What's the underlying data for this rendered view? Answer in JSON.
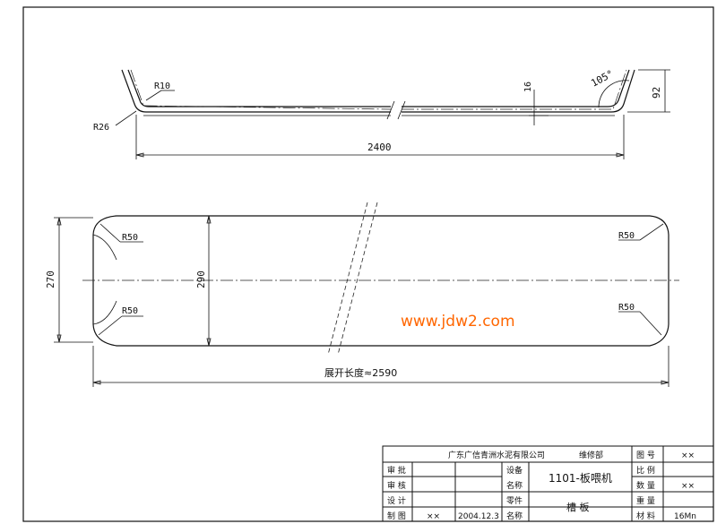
{
  "side_view": {
    "dim_r10": "R10",
    "dim_r26": "R26",
    "dim_16": "16",
    "dim_angle": "105°",
    "dim_92": "92",
    "dim_2400": "2400"
  },
  "plan_view": {
    "dim_r50_tl": "R50",
    "dim_r50_bl": "R50",
    "dim_r50_tr": "R50",
    "dim_r50_br": "R50",
    "dim_270": "270",
    "dim_290": "290",
    "unfold_length": "展开长度≈2590"
  },
  "watermark": {
    "text": "www.jdw2.com",
    "color": "#ff6600"
  },
  "title_block": {
    "company": "广东广信青洲水泥有限公司",
    "dept": "维修部",
    "drawing_no_label": "图 号",
    "drawing_no_value": "××",
    "ratio_label": "比 例",
    "qty_label": "数 量",
    "qty_value": "××",
    "weight_label": "重 量",
    "material_label": "材 料",
    "material_value": "16Mn",
    "approve_label": "审 批",
    "check_label": "审 核",
    "design_label": "设 计",
    "draw_label": "制 图",
    "draw_name": "××",
    "date": "2004.12.3",
    "equip_label_1": "设备",
    "equip_label_2": "名称",
    "equip_name": "1101-板喂机",
    "part_label_1": "零件",
    "part_label_2": "名称",
    "part_name": "槽 板"
  }
}
